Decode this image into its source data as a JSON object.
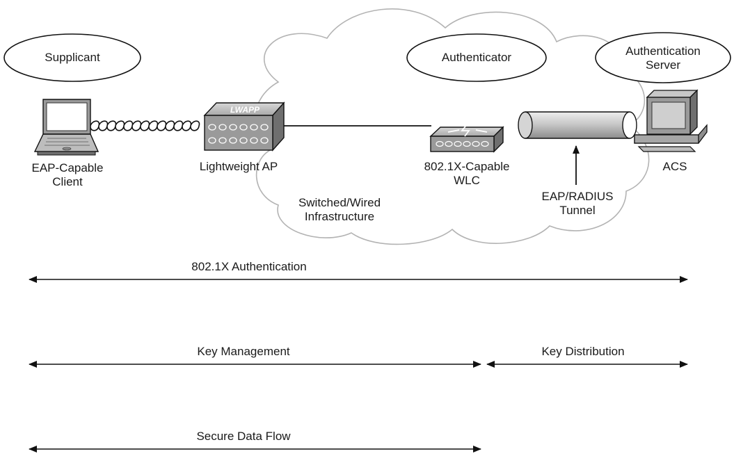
{
  "roles": {
    "supplicant": "Supplicant",
    "authenticator": "Authenticator",
    "server_line1": "Authentication",
    "server_line2": "Server"
  },
  "devices": {
    "client_line1": "EAP-Capable",
    "client_line2": "Client",
    "ap": "Lightweight AP",
    "ap_badge": "LWAPP",
    "wlc_line1": "802.1X-Capable",
    "wlc_line2": "WLC",
    "acs": "ACS"
  },
  "network": {
    "infra_line1": "Switched/Wired",
    "infra_line2": "Infrastructure",
    "tunnel_line1": "EAP/RADIUS",
    "tunnel_line2": "Tunnel"
  },
  "flows": {
    "auth": "802.1X Authentication",
    "key_mgmt": "Key Management",
    "key_dist": "Key Distribution",
    "secure_data": "Secure Data Flow"
  },
  "colors": {
    "cloud_stroke": "#b3b3b3",
    "device_fill": "#9a9a9a",
    "line": "#111111"
  }
}
